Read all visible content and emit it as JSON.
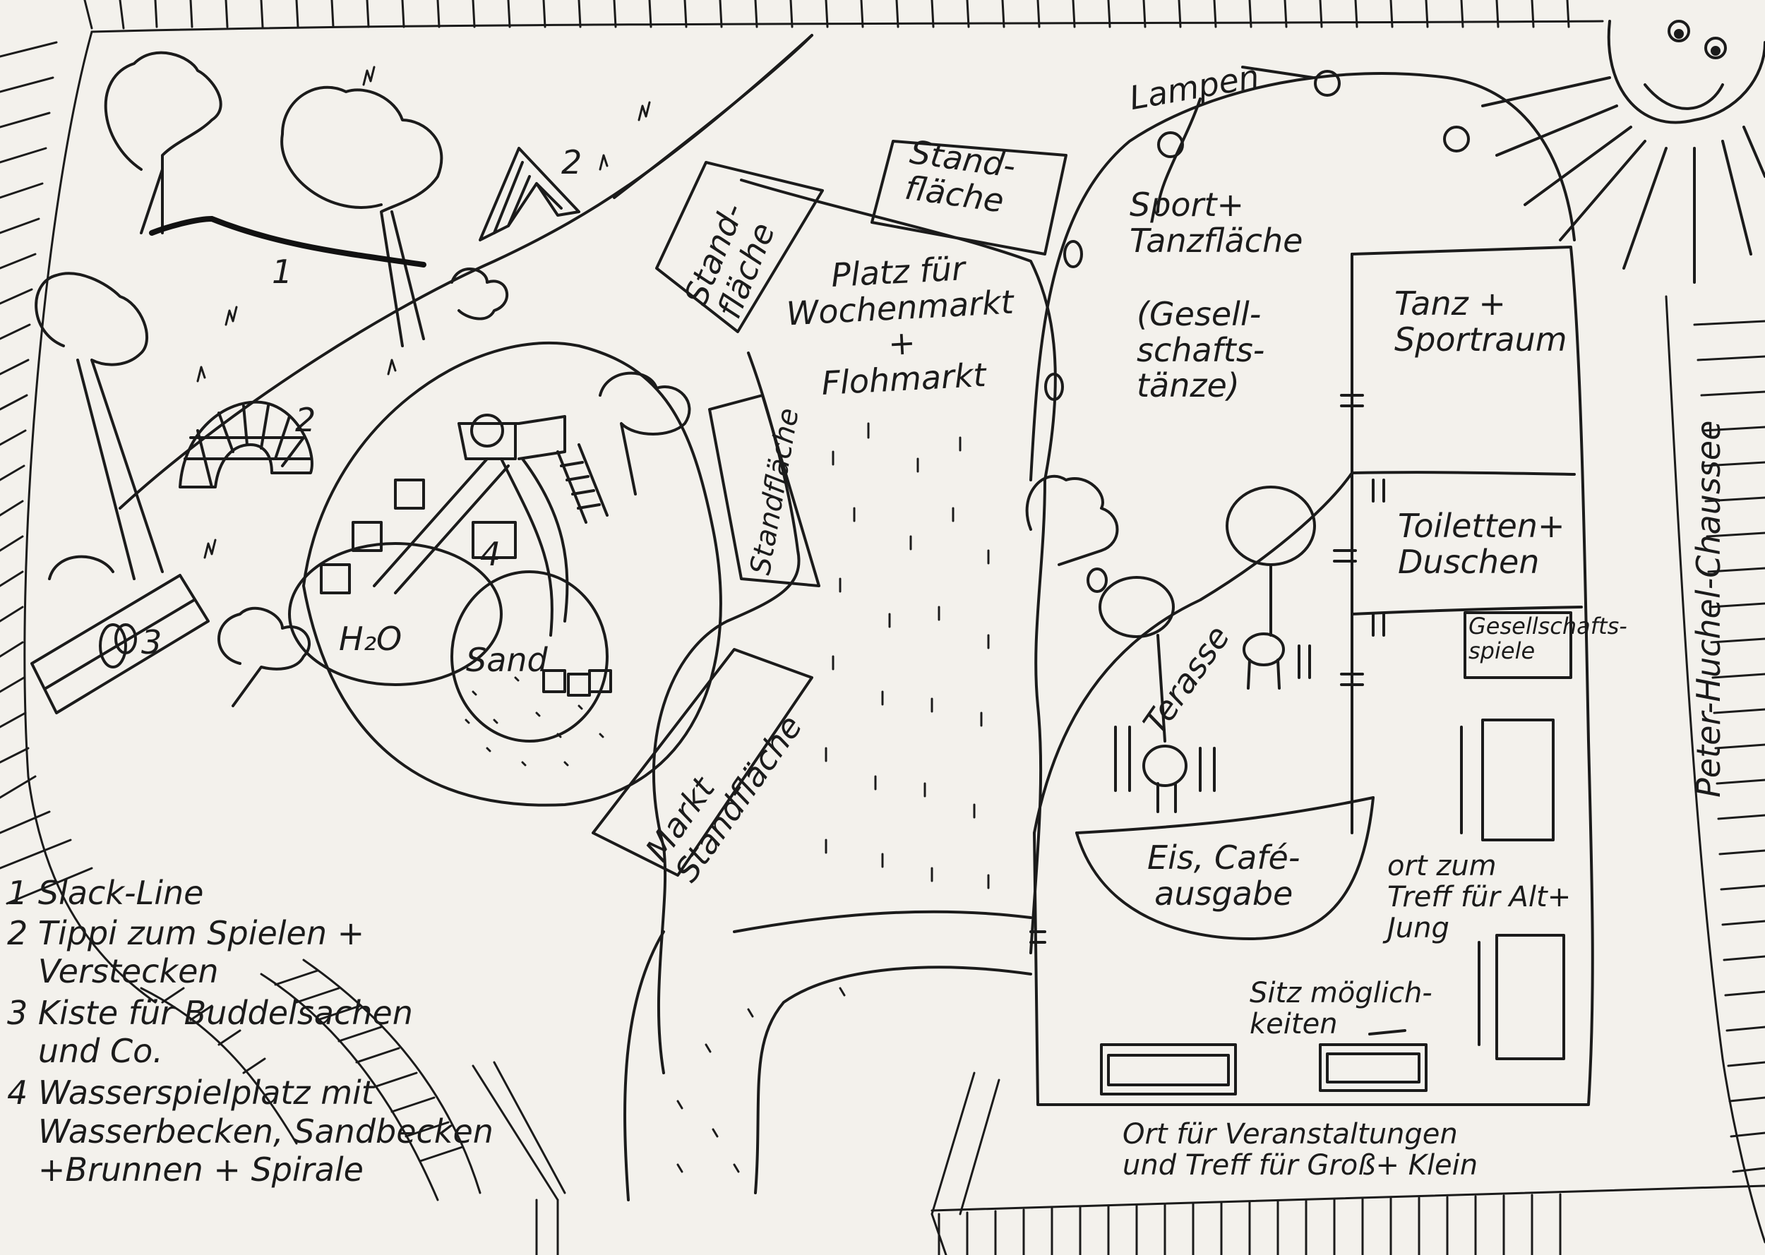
{
  "labels": {
    "lampen": "Lampen",
    "standflaeche_top": "Stand-\nfläche",
    "standflaeche_left": "Stand-\nfläche",
    "standflaeche_mid": "Standfläche",
    "markt_standflaeche": "Markt\nStandfläche",
    "platz_title": "Platz für\nWochenmarkt\n+\nFlohmarkt",
    "sport_tanz": "Sport+\nTanzfläche",
    "gesellschaftstaenze": "(Gesell-\nschafts-\ntänze)",
    "tanz_sportraum": "Tanz +\nSportraum",
    "toiletten": "Toiletten+\nDuschen",
    "gesellschaftsspiele": "Gesellschafts-\nspiele",
    "terasse": "Terasse",
    "eis_cafe": "Eis, Café-\nausgabe",
    "ort_treff": "ort zum\nTreff für Alt+\nJung",
    "sitz": "Sitz möglich-\nkeiten",
    "ort_veranstaltungen": "Ort für Veranstaltungen\nund Treff für Groß+ Klein",
    "street": "Peter-Huchel-Chaussee",
    "h2o": "H₂O",
    "sand": "Sand",
    "num1": "1",
    "num2a": "2",
    "num2b": "2",
    "num3": "3",
    "num4": "4"
  },
  "legend": [
    "1 Slack-Line",
    "2 Tippi zum Spielen +",
    "   Verstecken",
    "3 Kiste für Buddelsachen",
    "   und Co.",
    "4 Wasserspielplatz mit",
    "   Wasserbecken, Sandbecken",
    "   +Brunnen + Spirale"
  ]
}
